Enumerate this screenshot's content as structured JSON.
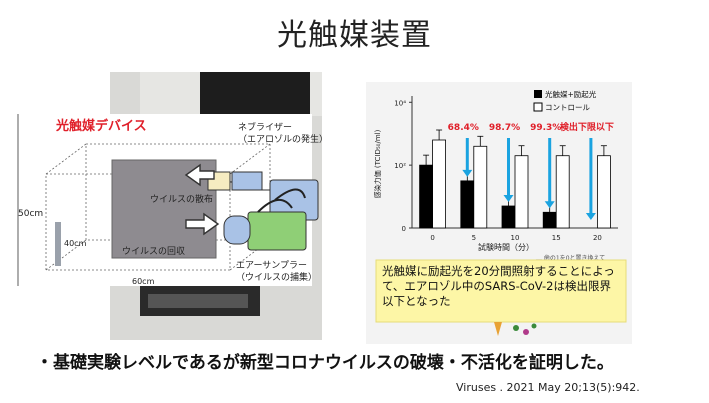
{
  "slide": {
    "title": "光触媒装置",
    "bullet": "・基礎実験レベルであるが新型コロナウイルスの破壊・不活化を証明した。",
    "citation": "Viruses . 2021 May 20;13(5):942."
  },
  "left_figure": {
    "device_label": "光触媒デバイス",
    "nebulizer_label": "ネブライザー",
    "nebulizer_sub": "（エアロゾルの発生）",
    "spread_label": "ウイルスの散布",
    "collect_label": "ウイルスの回収",
    "sampler_label": "エアーサンプラー",
    "sampler_sub": "（ウイルスの捕集）",
    "dim_height": "50cm",
    "dim_depth": "40cm",
    "dim_width": "60cm",
    "colors": {
      "device_red": "#e0202a",
      "box_blue": "#a9c2e6",
      "box_green": "#8fcf76"
    }
  },
  "chart_data": {
    "type": "bar",
    "categories": [
      "0",
      "5",
      "10",
      "15",
      "20"
    ],
    "series": [
      {
        "name": "光触媒+励起光",
        "color": "#000000",
        "values": [
          2.0,
          1.5,
          0.7,
          0.5,
          null
        ]
      },
      {
        "name": "コントロール",
        "color": "#ffffff",
        "values": [
          2.8,
          2.6,
          2.3,
          2.3,
          2.3
        ]
      }
    ],
    "annotations": [
      "68.4%",
      "98.7%",
      "99.3%",
      "検出下限以下"
    ],
    "ylabel": "感染力価 (TCID₅₀/ml)",
    "xlabel": "試験時間（分）",
    "yticks": [
      "10⁴",
      "10²",
      "0"
    ],
    "footnote": "… 歯の1を0と置き換えて",
    "ylim": [
      0,
      4.2
    ],
    "note": "光触媒に励起光を20分間照射することによって、エアロゾル中のSARS-CoV-2は検出限界以下となった",
    "colors": {
      "annotation_red": "#e0202a",
      "arrow_blue": "#1aa3e0",
      "note_bg": "#fdf6a6"
    }
  }
}
